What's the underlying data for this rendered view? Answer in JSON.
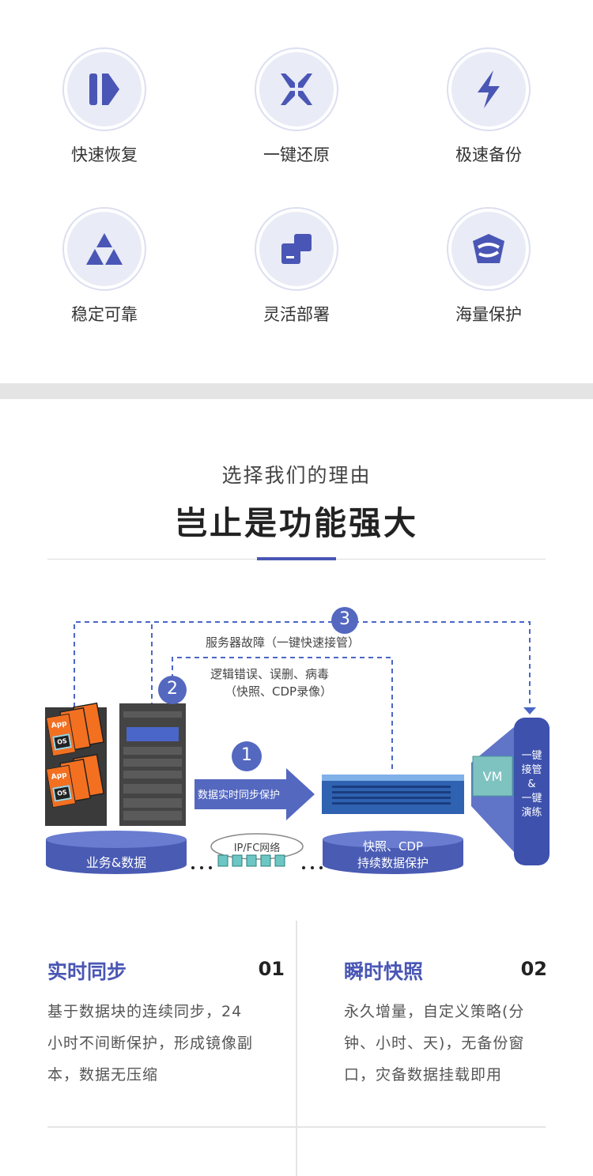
{
  "features": [
    {
      "label": "快速恢复",
      "icon": "play-pause-icon"
    },
    {
      "label": "一键还原",
      "icon": "compress-arrows-icon"
    },
    {
      "label": "极速备份",
      "icon": "lightning-icon"
    },
    {
      "label": "稳定可靠",
      "icon": "triangles-icon"
    },
    {
      "label": "灵活部署",
      "icon": "swap-box-icon"
    },
    {
      "label": "海量保护",
      "icon": "shield-wave-icon"
    }
  ],
  "section": {
    "subtitle": "选择我们的理由",
    "title": "岂止是功能强大"
  },
  "diagram": {
    "step1": "1",
    "step2": "2",
    "step3": "3",
    "server_failure": "服务器故障（一键快速接管）",
    "logic_error": "逻辑错误、误删、病毒",
    "snapshot_cdp": "（快照、CDP录像）",
    "sync_arrow": "数据实时同步保护",
    "business_data": "业务&数据",
    "network": "IP/FC网络",
    "cdp_line1": "快照、CDP",
    "cdp_line2": "持续数据保护",
    "vm": "VM",
    "takeover": [
      "一键",
      "接管",
      "&",
      "一键",
      "演练"
    ],
    "app": "App",
    "os": "OS"
  },
  "cards": [
    {
      "title": "实时同步",
      "num": "01",
      "desc": "基于数据块的连续同步，24小时不间断保护，形成镜像副本，数据无压缩"
    },
    {
      "title": "瞬时快照",
      "num": "02",
      "desc": "永久增量，自定义策略(分钟、小时、天)，无备份窗口，灾备数据挂载即用"
    }
  ],
  "colors": {
    "accent": "#4a56b5",
    "light": "#e9ebf6"
  }
}
